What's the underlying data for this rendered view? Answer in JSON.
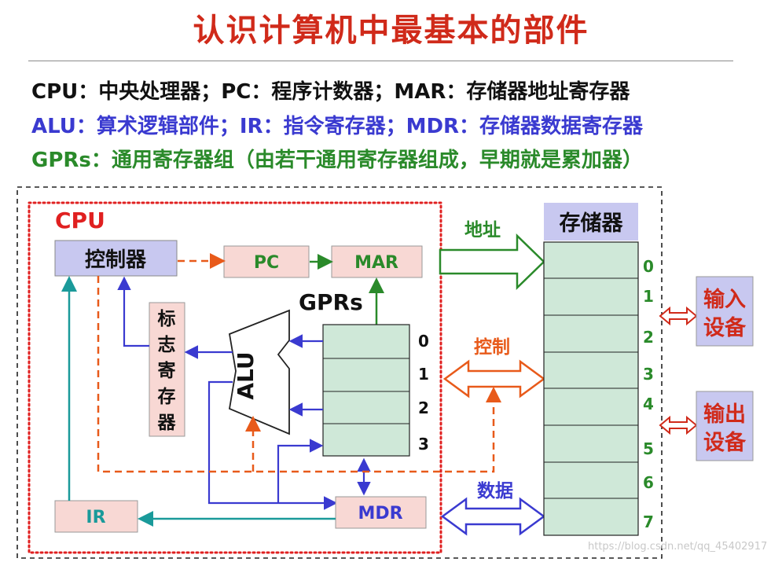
{
  "title": "认识计算机中最基本的部件",
  "legend": {
    "line1": "CPU：中央处理器；PC：程序计数器；MAR：存储器地址寄存器",
    "line2": "ALU：算术逻辑部件；IR：指令寄存器；MDR：存储器数据寄存器",
    "line3": "GPRs：通用寄存器组（由若干通用寄存器组成，早期就是累加器）"
  },
  "colors": {
    "title": "#d02a1a",
    "legend1": "#111111",
    "legend2": "#3a3ad0",
    "legend3": "#2a8a2a",
    "control_path": "#e85a1a",
    "data_path": "#3a3ad0",
    "address_path": "#2a8a2a",
    "ir_path": "#1a9a9a",
    "register_fill": "#f8d8d4",
    "unit_fill": "#c8c8f0",
    "memory_fill": "#cfe8d8"
  },
  "diagram": {
    "cpu_label": "CPU",
    "controller": "控制器",
    "pc": "PC",
    "mar": "MAR",
    "gprs": "GPRs",
    "flag_register": [
      "标",
      "志",
      "寄",
      "存",
      "器"
    ],
    "alu": "ALU",
    "ir": "IR",
    "mdr": "MDR",
    "gpr_indices": [
      "0",
      "1",
      "2",
      "3"
    ],
    "memory_title": "存储器",
    "memory_indices": [
      "0",
      "1",
      "2",
      "3",
      "4",
      "5",
      "6",
      "7"
    ],
    "bus_address": "地址",
    "bus_control": "控制",
    "bus_data": "数据",
    "input_device": [
      "输入",
      "设备"
    ],
    "output_device": [
      "输出",
      "设备"
    ]
  },
  "watermark": "https://blog.csdn.net/qq_45402917"
}
